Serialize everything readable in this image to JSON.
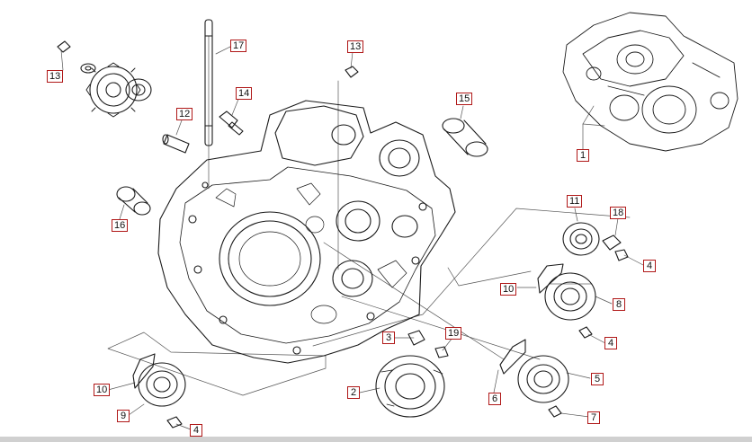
{
  "diagram": {
    "callouts": [
      {
        "id": "c13a",
        "label": "13"
      },
      {
        "id": "c17",
        "label": "17"
      },
      {
        "id": "c13b",
        "label": "13"
      },
      {
        "id": "c14",
        "label": "14"
      },
      {
        "id": "c15",
        "label": "15"
      },
      {
        "id": "c12",
        "label": "12"
      },
      {
        "id": "c16",
        "label": "16"
      },
      {
        "id": "c1",
        "label": "1"
      },
      {
        "id": "c11",
        "label": "11"
      },
      {
        "id": "c18",
        "label": "18"
      },
      {
        "id": "c4a",
        "label": "4"
      },
      {
        "id": "c10a",
        "label": "10"
      },
      {
        "id": "c8",
        "label": "8"
      },
      {
        "id": "c4b",
        "label": "4"
      },
      {
        "id": "c3",
        "label": "3"
      },
      {
        "id": "c19",
        "label": "19"
      },
      {
        "id": "c5",
        "label": "5"
      },
      {
        "id": "c6",
        "label": "6"
      },
      {
        "id": "c7",
        "label": "7"
      },
      {
        "id": "c2",
        "label": "2"
      },
      {
        "id": "c10b",
        "label": "10"
      },
      {
        "id": "c9",
        "label": "9"
      },
      {
        "id": "c4c",
        "label": "4"
      }
    ],
    "colors": {
      "line": "#1a1a1a",
      "callout_border": "#b01818",
      "guide": "#555555",
      "page": "#ffffff"
    }
  }
}
